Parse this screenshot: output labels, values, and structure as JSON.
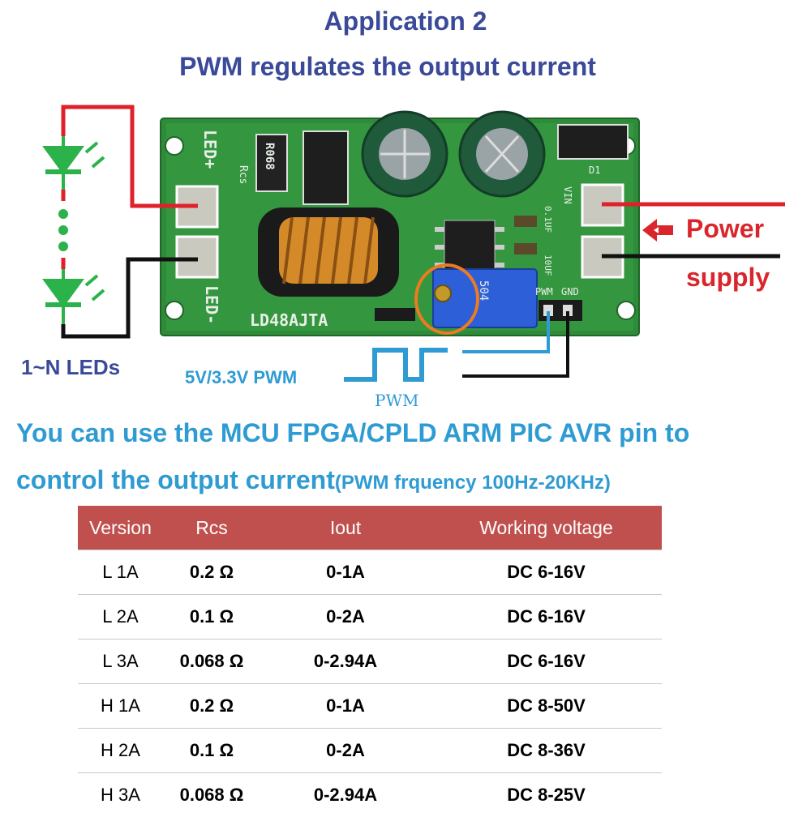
{
  "titles": {
    "line1": "Application 2",
    "line2": "PWM regulates the output current"
  },
  "labels": {
    "leds": "1~N LEDs",
    "power": "Power",
    "supply": "supply",
    "pwm_voltage": "5V/3.3V PWM",
    "pwm_wave": "PWM"
  },
  "board": {
    "led_plus": "LED+",
    "led_minus": "LED-",
    "rcs": "Rcs",
    "r068": "R068",
    "model": "LD48AJTA",
    "pot": "504",
    "pwm": "PWM",
    "gnd": "GND",
    "vin": "VIN",
    "cap1": "0.1UF",
    "cap2": "10UF",
    "d1": "D1"
  },
  "description": {
    "line1": "You can use the MCU FPGA/CPLD ARM PIC AVR  pin to",
    "line2_main": "control the output current",
    "line2_small": "(PWM frquency 100Hz-20KHz)"
  },
  "table": {
    "headers": [
      "Version",
      "Rcs",
      "Iout",
      "Working voltage"
    ],
    "rows": [
      [
        "L 1A",
        "0.2 Ω",
        "0-1A",
        "DC 6-16V"
      ],
      [
        "L 2A",
        "0.1 Ω",
        "0-2A",
        "DC 6-16V"
      ],
      [
        "L 3A",
        "0.068 Ω",
        "0-2.94A",
        "DC 6-16V"
      ],
      [
        "H 1A",
        "0.2 Ω",
        "0-1A",
        "DC 8-50V"
      ],
      [
        "H 2A",
        "0.1 Ω",
        "0-2A",
        "DC 8-36V"
      ],
      [
        "H 3A",
        "0.068 Ω",
        "0-2.94A",
        "DC 8-25V"
      ]
    ]
  },
  "colors": {
    "title": "#3a4a98",
    "accent_blue": "#2f9bd3",
    "power_red": "#d9262c",
    "table_header": "#c0504d",
    "pcb_green": "#2f8a3c",
    "led_green": "#2bb24a"
  }
}
